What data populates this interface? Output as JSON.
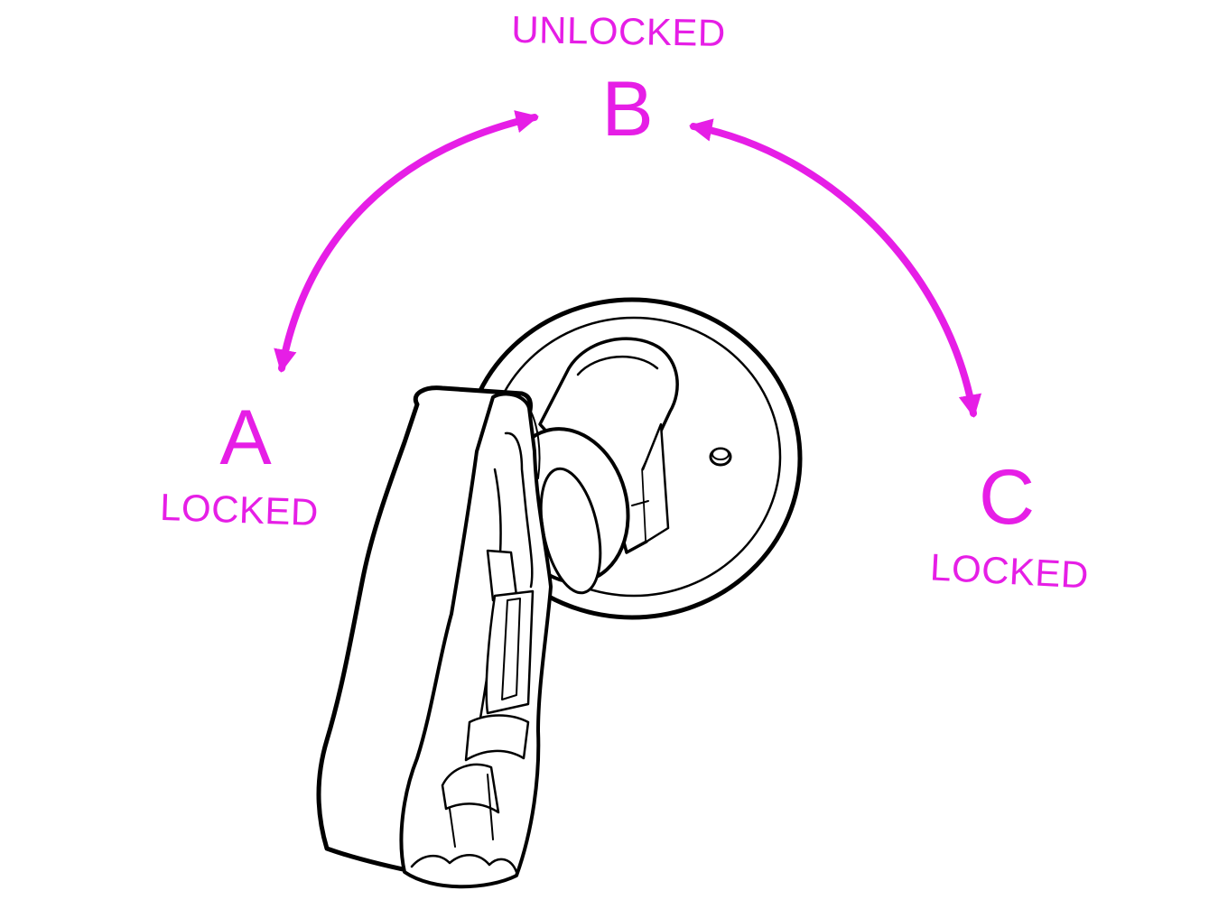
{
  "positions": {
    "a": {
      "letter": "A",
      "state": "LOCKED"
    },
    "b": {
      "letter": "B",
      "state": "UNLOCKED"
    },
    "c": {
      "letter": "C",
      "state": "LOCKED"
    }
  },
  "colors": {
    "accent": "#e61ee6",
    "outline": "#000000",
    "background": "#ffffff"
  }
}
